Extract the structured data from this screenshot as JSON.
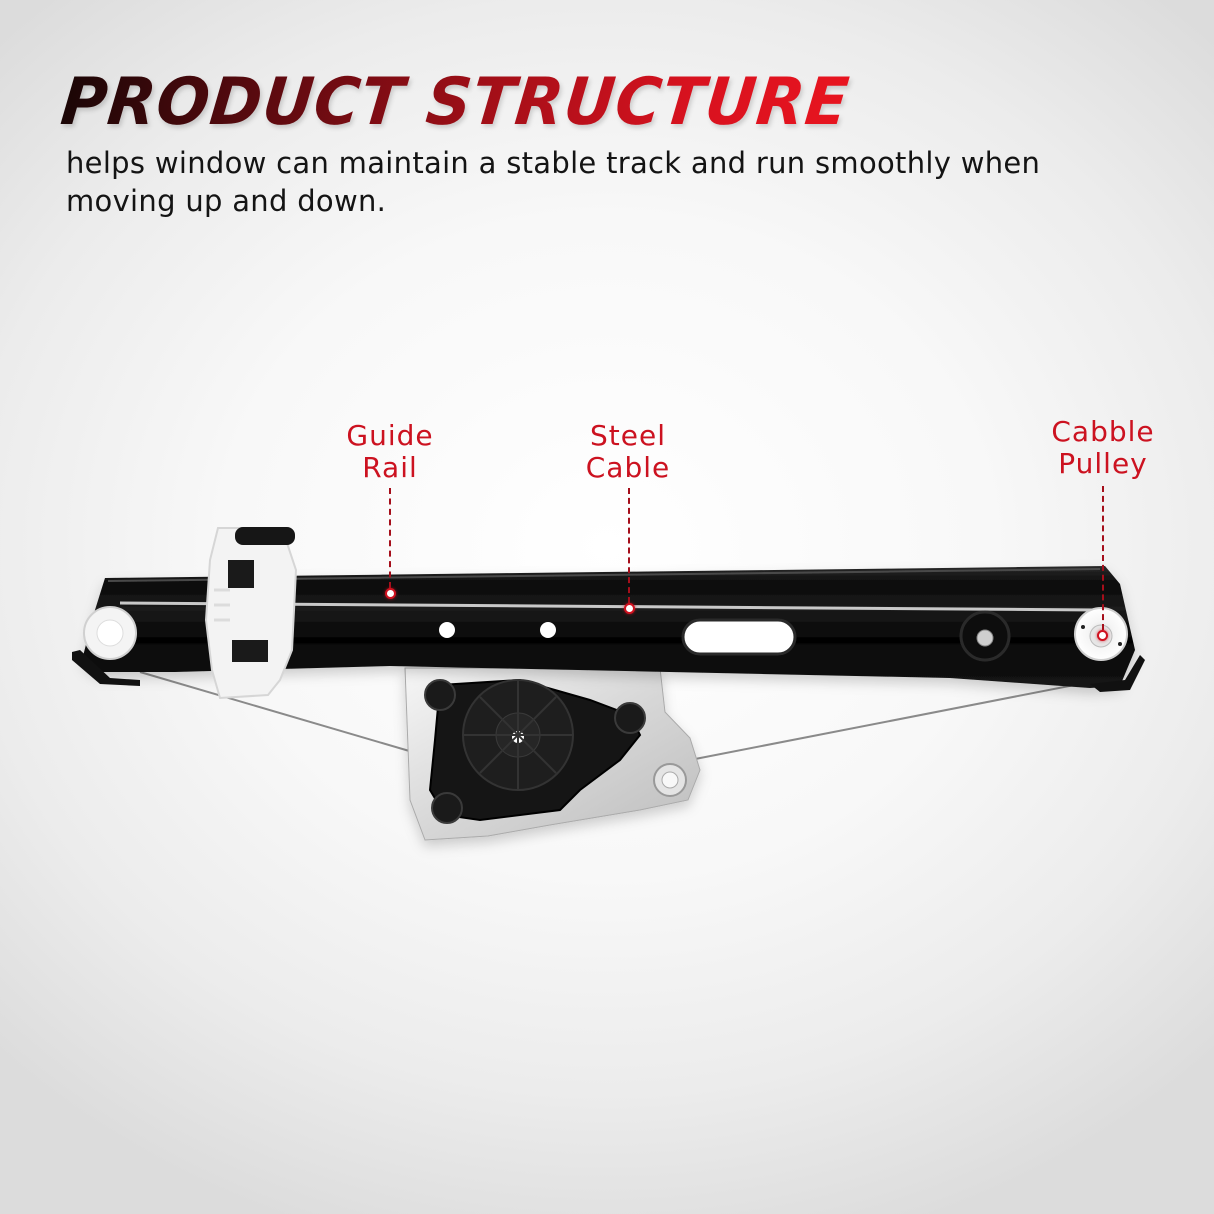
{
  "header": {
    "title": "PRODUCT STRUCTURE",
    "description": "helps window can maintain a stable track and run smoothly when moving up and down."
  },
  "product": {
    "name": "window-regulator",
    "colors": {
      "rail": "#0c0c0c",
      "plastic": "#f2f2f2",
      "bracket": "#d9d9d9",
      "accent": "#cc1220",
      "title_gradient_start": "#1a0606",
      "title_gradient_end": "#e8141f"
    }
  },
  "callouts": [
    {
      "id": "guide-rail",
      "line1": "Guide",
      "line2": "Rail"
    },
    {
      "id": "steel-cable",
      "line1": "Steel",
      "line2": "Cable"
    },
    {
      "id": "cable-pulley",
      "line1": "Cabble",
      "line2": "Pulley"
    }
  ]
}
